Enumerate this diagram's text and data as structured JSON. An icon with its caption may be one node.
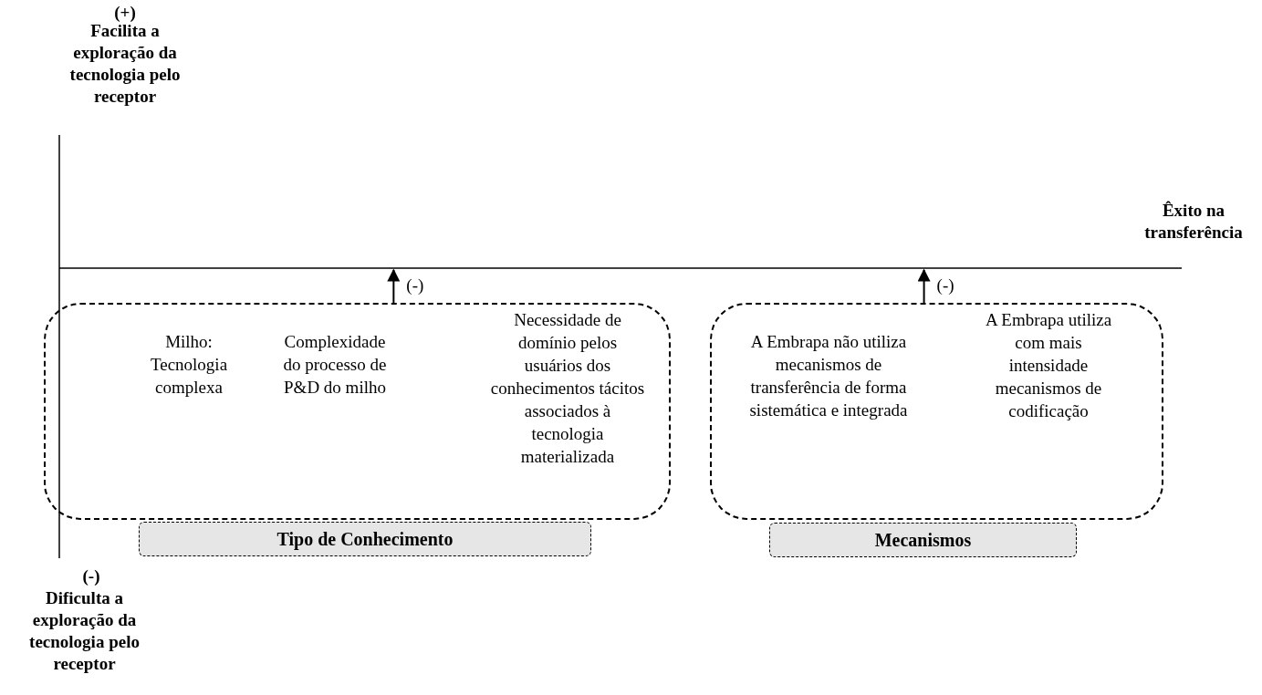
{
  "diagram": {
    "nodes": [
      {
        "text": [],
        "shape": "box"
      },
      {
        "text": [
          "Milho: Tecnologia complexa"
        ],
        "in": 0
      },
      {
        "text": [
          "Complexidade do processo de P&D do milho"
        ],
        "in": 0
      },
      {
        "text": [
          "Necessidade de domínio pelos usuários dos conhecimentos tácitos associados à tecnologia materializada"
        ],
        "in": 0
      },
      {
        "text": [
          "Tipo de Conhecimento"
        ]
      },
      {
        "text": [],
        "shape": "box"
      },
      {
        "text": [
          "A Embrapa não utiliza mecanismos de transferência de forma sistemática e integrada"
        ],
        "in": 5
      },
      {
        "text": [
          "A Embrapa utiliza com mais intensidade mecanismos de codificação"
        ],
        "in": 5
      },
      {
        "text": [
          "Mecanismos"
        ]
      }
    ],
    "edges": [
      {
        "from": 0,
        "to": null,
        "arrow": "to",
        "label": "(-)"
      },
      {
        "from": 5,
        "to": null,
        "arrow": "to",
        "label": "(-)"
      }
    ],
    "labels": [
      "(+)",
      "Facilita a exploração da tecnologia pelo receptor",
      "Êxito na transferência",
      "(-)",
      "Dificulta a exploração da tecnologia pelo receptor"
    ]
  }
}
